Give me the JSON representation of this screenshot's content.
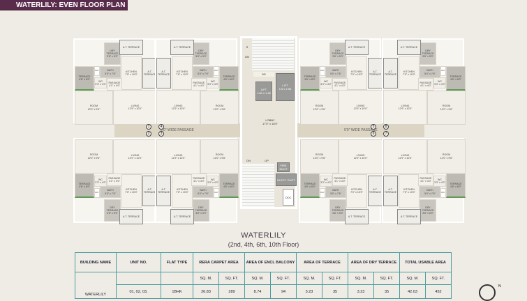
{
  "header": {
    "title": "WATERLILY: EVEN FLOOR PLAN"
  },
  "rooms": {
    "terrace": [
      "TERRACE",
      "4'6\" x 8'0\""
    ],
    "duct": [
      "DUCT",
      ""
    ],
    "bath": [
      "BATH",
      "5'0\" x 7'6\""
    ],
    "wc": [
      "WC",
      "3'3\" x 4'0\""
    ],
    "dry": [
      "DRY TERRACE",
      "3'8\" x 5'0\""
    ],
    "at_top": [
      "A.T. TERRACE",
      ""
    ],
    "kitchen": [
      "KITCHEN",
      "7'0\" x 10'0\""
    ],
    "at_side": [
      "A.T. TERRACE",
      ""
    ],
    "passage": [
      "PASSAGE",
      "4'1\" x 4'0\""
    ],
    "room": [
      "ROOM",
      "12'0\" x 9'6\""
    ],
    "living": [
      "LIVING",
      "12'9\" x 10'0\""
    ]
  },
  "unit_numbers": [
    "1",
    "2",
    "4",
    "3",
    "5",
    "6",
    "8",
    "7"
  ],
  "passage_label": "5'0\" WIDE PASSAGE",
  "core": {
    "s": "S",
    "dn_top": "DN",
    "dd": "DD",
    "lift1": [
      "LIFT",
      "1.80 x 1.80"
    ],
    "lift2": [
      "LIFT",
      "1.5 x 2.55"
    ],
    "lobby": [
      "LOBBY",
      "17'0\" x 16'0\""
    ],
    "dn": "DN",
    "up": "UP",
    "fire": [
      "FIRE",
      "DUCT"
    ],
    "elect": "ELECT. DUCT",
    "ooc": "OOC"
  },
  "section": {
    "title": "WATERLILY",
    "subtitle": "(2nd, 4th, 6th, 10th Floor)"
  },
  "table": {
    "headers": [
      "BUILDING NAME",
      "UNIT NO.",
      "FLAT TYPE",
      "RERA CARPET AREA",
      "AREA OF ENCL BALCONY",
      "AREA OF TERRACE",
      "AREA OF DRY TERRACE",
      "TOTAL USABLE AREA"
    ],
    "units": [
      "SQ. M.",
      "SQ. FT."
    ],
    "rows": [
      {
        "building": "WATERLILY",
        "unit_no": "01, 02, 03,",
        "flat_type": "1BHK",
        "values": [
          "26.83",
          "289",
          "8.74",
          "94",
          "3.23",
          "35",
          "3.23",
          "35",
          "42.03",
          "452"
        ]
      }
    ]
  },
  "compass": "N"
}
